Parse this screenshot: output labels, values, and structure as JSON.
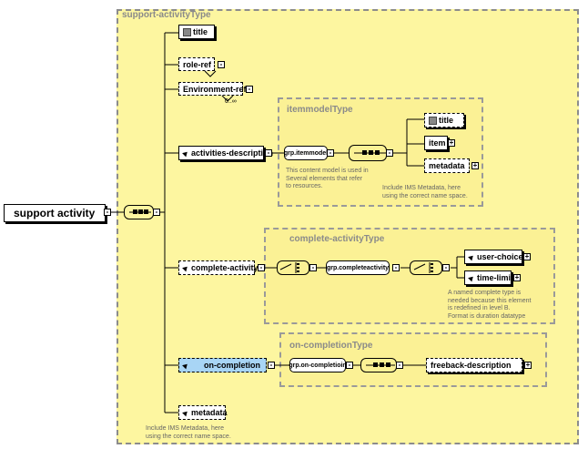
{
  "root": {
    "label": "support activity"
  },
  "types": {
    "support_activity": "support-activityType",
    "itemmodel": "itemmodelType",
    "complete_activity": "complete-activityType",
    "on_completion": "on-completionType"
  },
  "elements": {
    "title": "title",
    "role_ref": "role-ref",
    "environment_ref": "Environment-ref",
    "activities_description": "activities-description",
    "complete_activity": "complete-activity",
    "on_completion": "on-completion",
    "metadata": "metadata",
    "inner_title": "title",
    "item": "item",
    "inner_metadata": "metadata",
    "user_choice": "user-choice",
    "time_limit": "time-limit",
    "freeback_description": "freeback-description"
  },
  "groups": {
    "itemmodel": "grp.itemmodel",
    "completeactivity": "grp.completeactivity",
    "on_completion": "grp.on-completioin"
  },
  "cardinality": {
    "environment": "0..∞"
  },
  "notes": {
    "itemmodel_desc": [
      "This content model is used in",
      "Several elements that refer",
      "to resources."
    ],
    "itemmodel_meta": [
      "Include IMS Metadata, here",
      "using the correct name space."
    ],
    "complete_desc": [
      "A named complete type is",
      "needed because this element",
      "is redefined in level B.",
      "Format is duration datatype"
    ],
    "metadata_desc": [
      "Include IMS Metadata, here",
      "using the correct name space."
    ]
  },
  "symbols": {
    "plus": "+",
    "minus": "-"
  },
  "colors": {
    "outer_bg": "#fdf6a0",
    "inner_bg": "#fbf195",
    "highlight": "#a8d5f5"
  }
}
